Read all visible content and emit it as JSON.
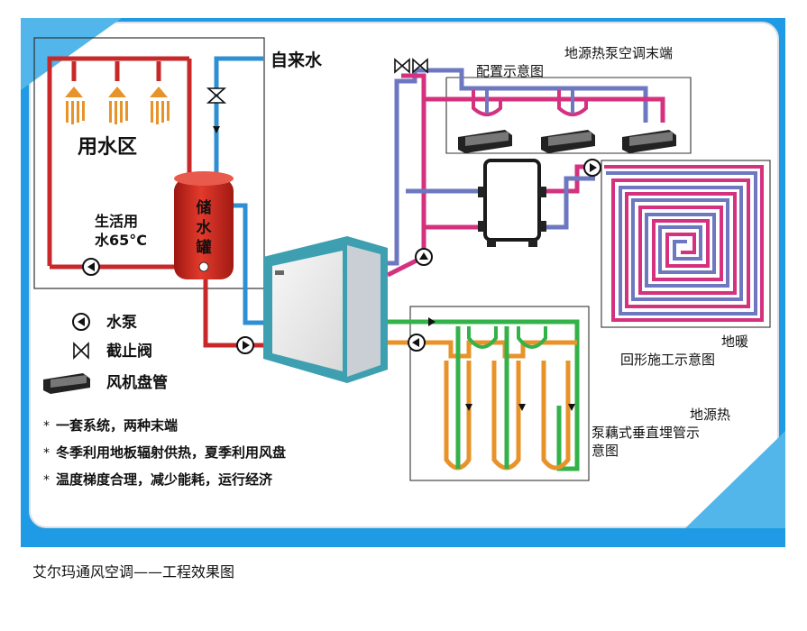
{
  "labels": {
    "tap_water": "自来水",
    "water_use_area": "用水区",
    "domestic_line1": "生活用",
    "domestic_line2": "水65°C",
    "tank_chars": [
      "储",
      "水",
      "罐"
    ],
    "fan_coil_title_line1": "地源热泵空调末端",
    "fan_coil_title_line2": "配置示意图",
    "floor_heating_line1": "地暖",
    "floor_heating_line2": "回形施工示意图",
    "vertical_loop_line1": "地源热",
    "vertical_loop_line2": "泵藕式垂直埋管示",
    "vertical_loop_line3": "意图"
  },
  "legend": {
    "pump": "水泵",
    "valve": "截止阀",
    "fan_coil": "风机盘管"
  },
  "bullets": [
    "一套系统，两种末端",
    "冬季利用地板辐射供热，夏季利用风盘",
    "温度梯度合理，减少能耗，运行经济"
  ],
  "caption": "艾尔玛通风空调——工程效果图",
  "colors": {
    "hot_pipe": "#c8282a",
    "blue_pipe": "#2f8fd3",
    "purple_pipe": "#6d78c0",
    "magenta_pipe": "#d4317f",
    "green_pipe": "#33b24a",
    "orange_pipe": "#e8932a",
    "frame_blue": "#1e9be4",
    "tank_red": "#d8261e",
    "unit_teal": "#3d9fb0"
  },
  "icons": [
    "shower-icon",
    "pump-icon",
    "valve-icon",
    "fan-coil-icon",
    "bullet-star-icon"
  ]
}
